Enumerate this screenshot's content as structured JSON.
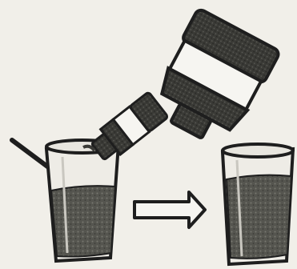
{
  "scene": {
    "description_items": [
      {
        "name": "glass-with-stirring-rod",
        "role": "left glass"
      },
      {
        "name": "small-bottle-pouring",
        "role": "left bottle"
      },
      {
        "name": "transition-arrow",
        "role": "arrow"
      },
      {
        "name": "large-bottle-inverted",
        "role": "right bottle"
      },
      {
        "name": "glass-right",
        "role": "right glass"
      }
    ],
    "colors": {
      "background": "#f1efe9",
      "ink": "#1e1e1e",
      "liquid": "#5a5a55",
      "dark_fill": "#3a3a36",
      "label_white": "#f6f5f1"
    }
  }
}
